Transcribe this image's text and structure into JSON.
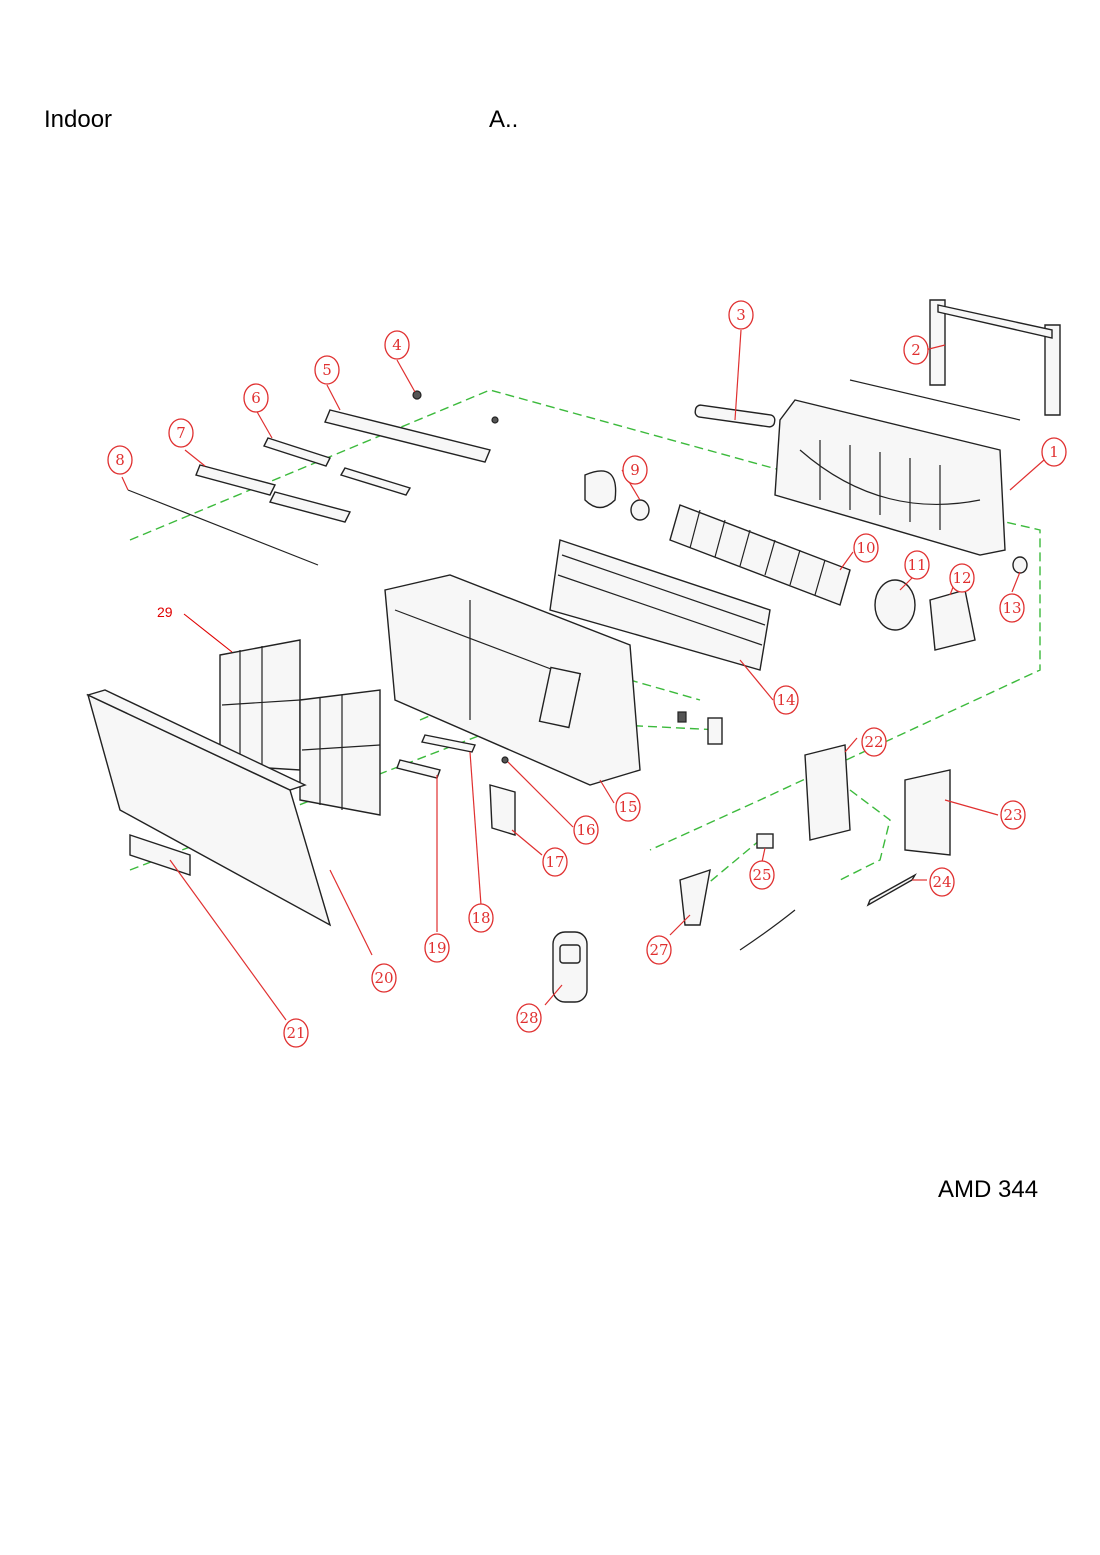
{
  "header": {
    "title_left": "Indoor",
    "title_right": "A.."
  },
  "footer": {
    "model": "AMD 344"
  },
  "callouts": [
    {
      "label": "1"
    },
    {
      "label": "2"
    },
    {
      "label": "3"
    },
    {
      "label": "4"
    },
    {
      "label": "5"
    },
    {
      "label": "6"
    },
    {
      "label": "7"
    },
    {
      "label": "8"
    },
    {
      "label": "9"
    },
    {
      "label": "10"
    },
    {
      "label": "11"
    },
    {
      "label": "12"
    },
    {
      "label": "13"
    },
    {
      "label": "14"
    },
    {
      "label": "15"
    },
    {
      "label": "16"
    },
    {
      "label": "17"
    },
    {
      "label": "18"
    },
    {
      "label": "19"
    },
    {
      "label": "20"
    },
    {
      "label": "21"
    },
    {
      "label": "22"
    },
    {
      "label": "23"
    },
    {
      "label": "24"
    },
    {
      "label": "25"
    },
    {
      "label": "27"
    },
    {
      "label": "28"
    }
  ],
  "extra_callout": {
    "label": "29"
  },
  "colors": {
    "callout": "#e03030",
    "assembly_line": "#3cba3c",
    "extra_label": "#e00000"
  }
}
